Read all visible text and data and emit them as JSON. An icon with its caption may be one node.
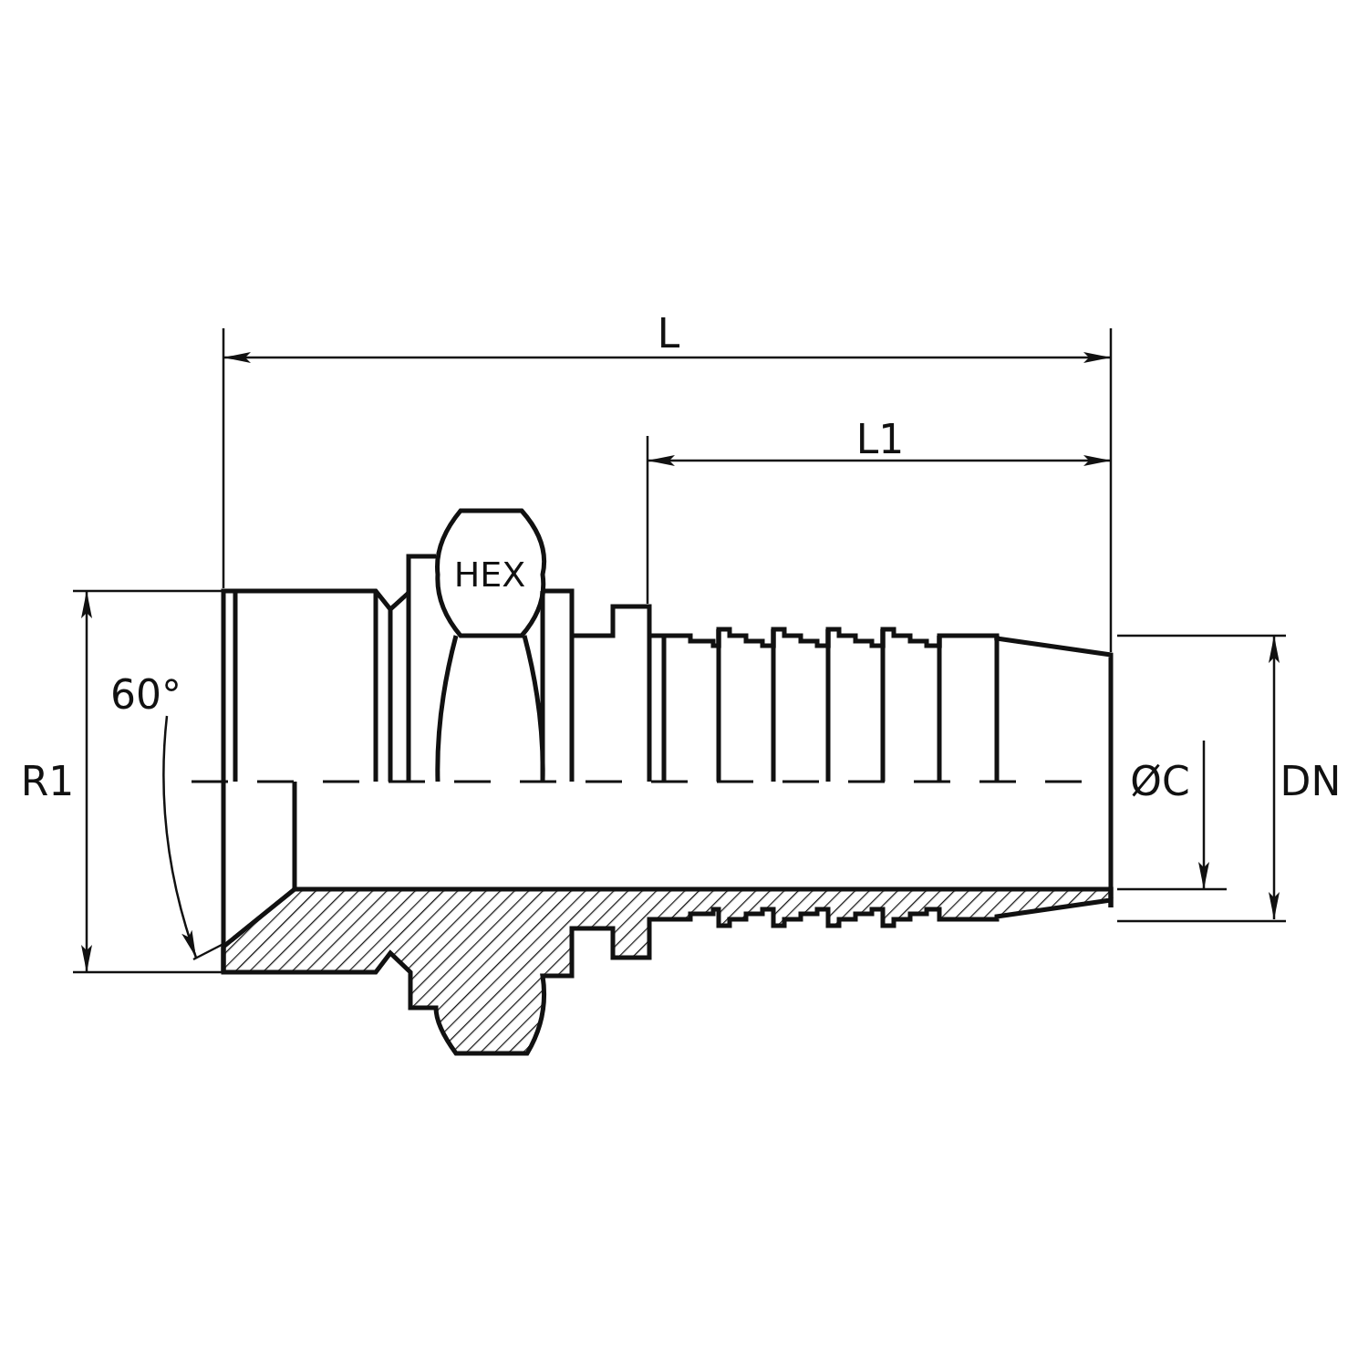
{
  "diagram": {
    "labels": [
      "L",
      "L1",
      "HEX",
      "60°",
      "R1",
      "ØC",
      "DN"
    ]
  }
}
